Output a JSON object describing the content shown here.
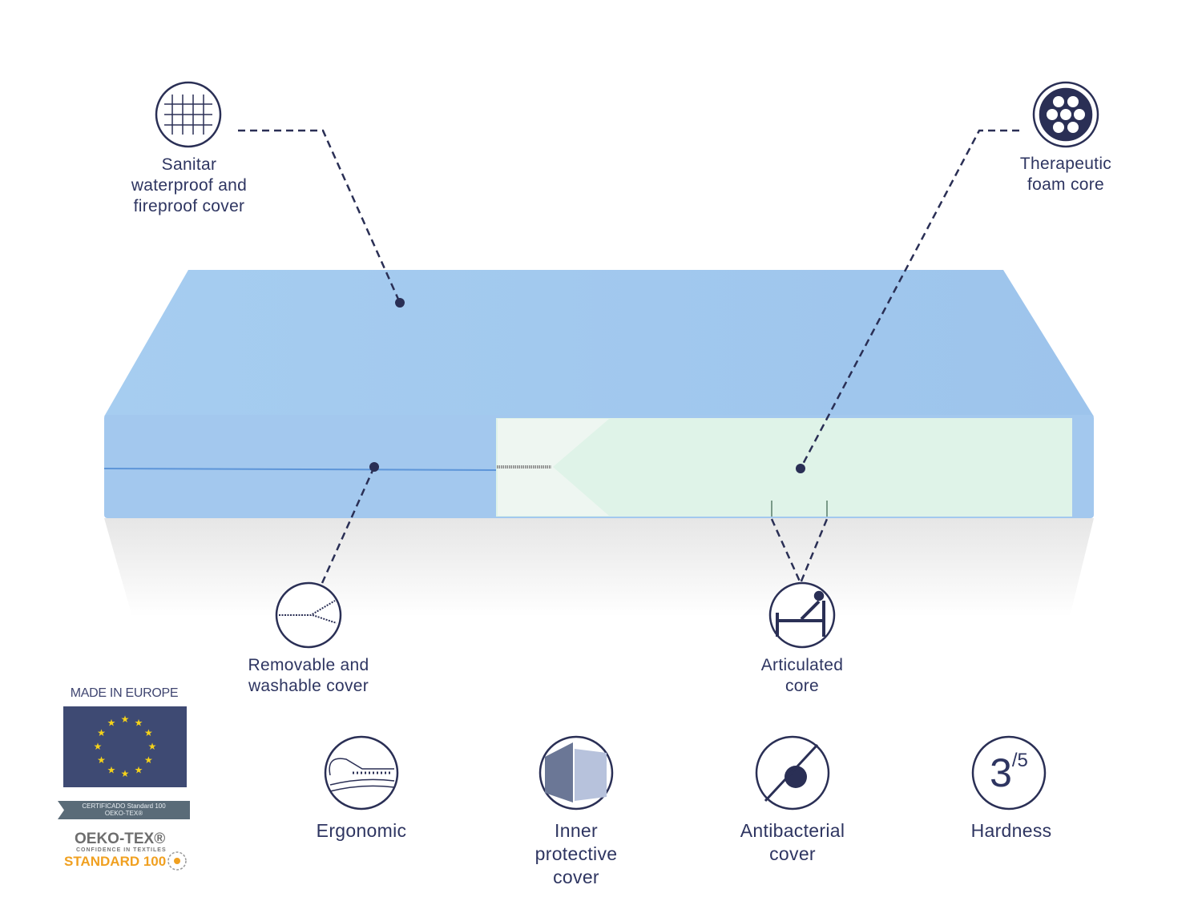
{
  "callouts": {
    "cover": {
      "label_lines": [
        "Sanitar",
        "waterproof and",
        "fireproof cover"
      ],
      "icon": "fabric-weave-icon"
    },
    "core": {
      "label_lines": [
        "Therapeutic",
        "foam core"
      ],
      "icon": "foam-cells-icon"
    },
    "removable": {
      "label_lines": [
        "Removable and",
        "washable cover"
      ],
      "icon": "zipper-icon"
    },
    "articulated": {
      "label_lines": [
        "Articulated",
        "core"
      ],
      "icon": "adjustable-bed-icon"
    }
  },
  "features": [
    {
      "label_lines": [
        "Ergonomic"
      ],
      "icon": "ergonomic-body-icon"
    },
    {
      "label_lines": [
        "Inner",
        "protective",
        "cover"
      ],
      "icon": "layer-cover-icon"
    },
    {
      "label_lines": [
        "Antibacterial",
        "cover"
      ],
      "icon": "no-bacteria-icon"
    },
    {
      "label_lines": [
        "Hardness"
      ],
      "icon": "hardness-rating-icon",
      "value": "3",
      "max": "/5"
    }
  ],
  "badges": {
    "made_in": "MADE IN EUROPE",
    "ribbon_line1": "CERTIFICADO Standard 100",
    "ribbon_line2": "OEKO-TEX®",
    "oeko": "OEKO-TEX®",
    "confidence": "CONFIDENCE IN TEXTILES",
    "standard": "STANDARD 100"
  },
  "colors": {
    "navy": "#2e3561",
    "mattress": "#a3c9ef",
    "foam": "#dff3e8",
    "eu_blue": "#3e4a73",
    "eu_star": "#f5d21a",
    "oeko_orange": "#f0a020"
  }
}
